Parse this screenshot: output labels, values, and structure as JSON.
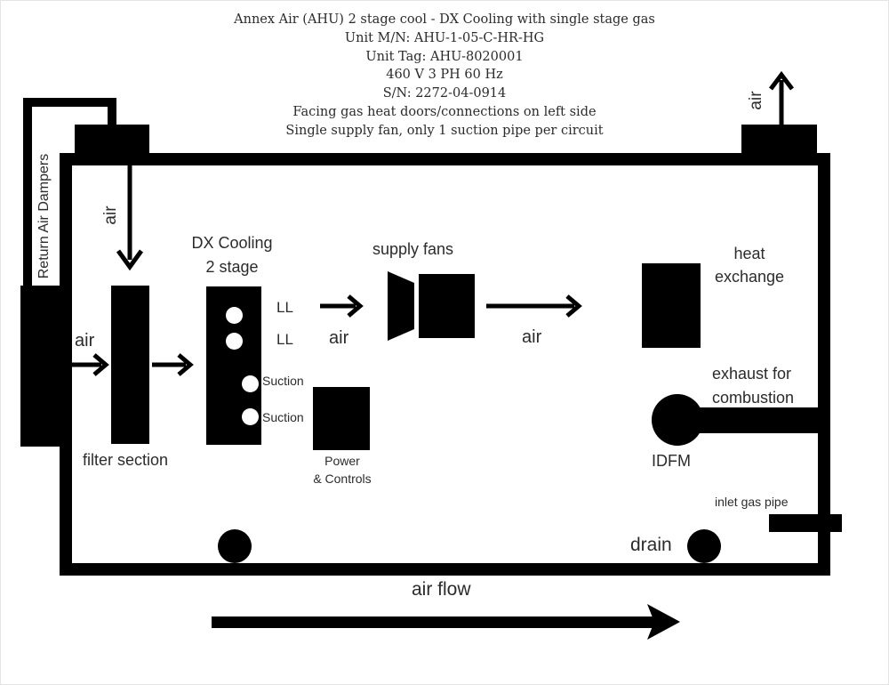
{
  "header": {
    "title": "Annex Air (AHU) 2 stage cool - DX Cooling with single stage gas",
    "model": "Unit M/N: AHU-1-05-C-HR-HG",
    "tag": "Unit Tag: AHU-8020001",
    "power": "460 V 3 PH 60 Hz",
    "serial": "S/N: 2272-04-0914",
    "note1": "Facing gas heat doors/connections on left side",
    "note2": "Single supply fan, only 1 suction pipe per circuit"
  },
  "labels": {
    "return_air_dampers": "Return Air Dampers",
    "air_top_left": "air",
    "air_top_right": "air",
    "air_left": "air",
    "air_after_coil": "air",
    "air_after_fan": "air",
    "air_flow": "air flow",
    "filter_section": "filter section",
    "dx_cooling_line1": "DX Cooling",
    "dx_cooling_line2": "2 stage",
    "ll_1": "LL",
    "ll_2": "LL",
    "suction_1": "Suction",
    "suction_2": "Suction",
    "power_line1": "Power",
    "power_line2": "& Controls",
    "supply_fans": "supply fans",
    "heat_exchange_line1": "heat",
    "heat_exchange_line2": "exchange",
    "exhaust_line1": "exhaust for",
    "exhaust_line2": "combustion",
    "idfm": "IDFM",
    "inlet_gas_pipe": "inlet gas pipe",
    "drain": "drain"
  }
}
